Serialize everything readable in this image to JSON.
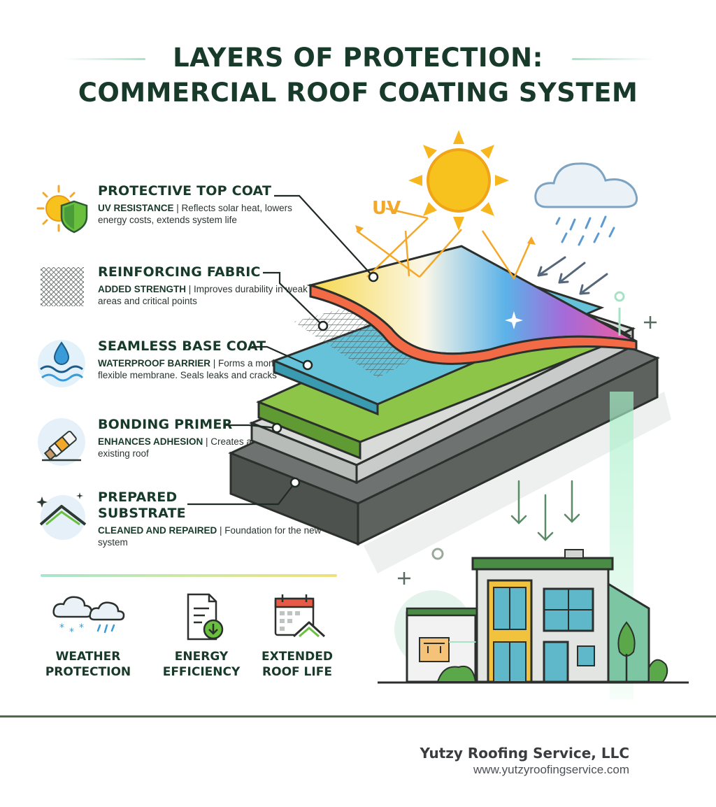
{
  "title": {
    "line1": "LAYERS OF PROTECTION:",
    "line2": "COMMERCIAL ROOF COATING SYSTEM"
  },
  "layers": [
    {
      "title": "PROTECTIVE TOP COAT",
      "subtitle": "UV RESISTANCE",
      "description": "Reflects solar heat, lowers energy costs, extends system life",
      "icon": "sun-shield-icon"
    },
    {
      "title": "REINFORCING FABRIC",
      "subtitle": "ADDED STRENGTH",
      "description": "Improves durability in weak areas and critical points",
      "icon": "mesh-icon"
    },
    {
      "title": "SEAMLESS BASE COAT",
      "subtitle": "WATERPROOF BARRIER",
      "description": "Forms a monolithic, flexible membrane. Seals leaks and cracks",
      "icon": "water-drop-icon"
    },
    {
      "title": "BONDING PRIMER",
      "subtitle": "ENHANCES ADHESION",
      "description": "Creates a secure bond to existing roof",
      "icon": "brush-icon"
    },
    {
      "title": "PREPARED SUBSTRATE",
      "subtitle": "CLEANED AND REPAIRED",
      "description": "Foundation for the new system",
      "icon": "roof-icon"
    }
  ],
  "diagram": {
    "uv_label": "UV"
  },
  "benefits": [
    {
      "line1": "WEATHER",
      "line2": "PROTECTION",
      "icon": "weather-clouds-icon"
    },
    {
      "line1": "ENERGY",
      "line2": "EFFICIENCY",
      "icon": "energy-document-icon"
    },
    {
      "line1": "EXTENDED",
      "line2": "ROOF LIFE",
      "icon": "calendar-house-icon"
    }
  ],
  "company": {
    "name": "Yutzy Roofing Service, LLC",
    "url": "www.yutzyroofingservice.com"
  },
  "colors": {
    "title": "#173a2a",
    "accent_green": "#6bbf3f",
    "sun": "#f7c21e",
    "water": "#3a9bd9",
    "separator": "#4d6b44"
  }
}
